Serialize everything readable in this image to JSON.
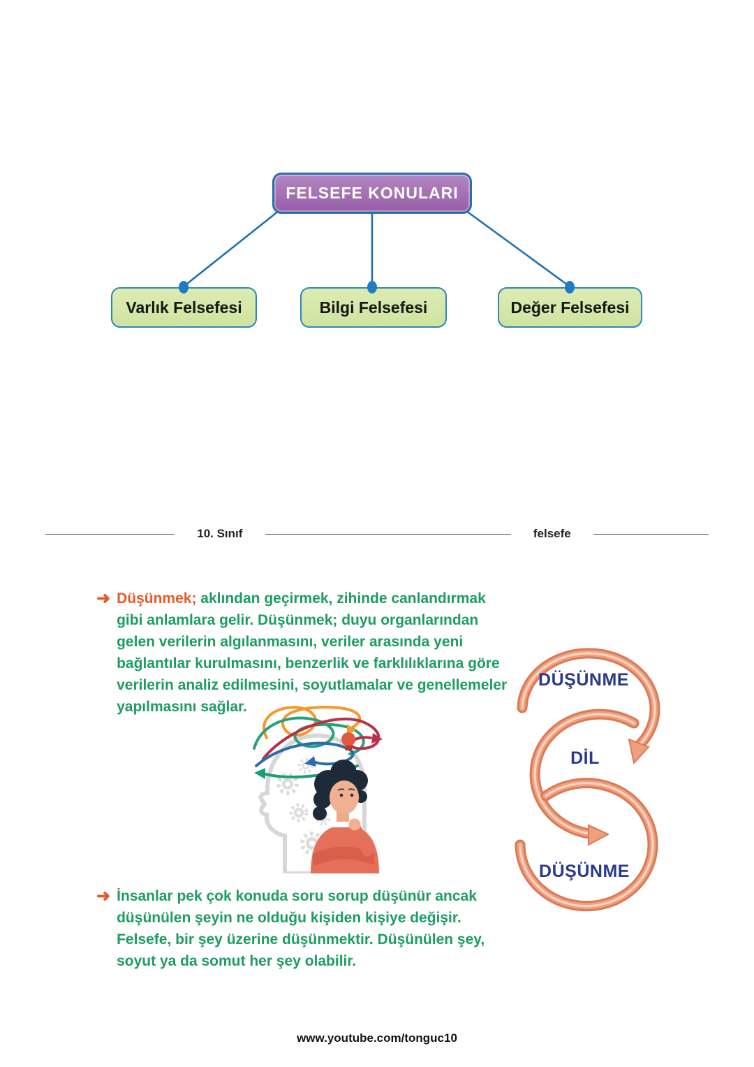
{
  "concept_map": {
    "root_label": "FELSEFE KONULARI",
    "children": [
      {
        "label": "Varlık Felsefesi"
      },
      {
        "label": "Bilgi Felsefesi"
      },
      {
        "label": "Değer Felsefesi"
      }
    ],
    "colors": {
      "root_fill": "#a470b2",
      "root_border": "#2a70a8",
      "root_text": "#ffffff",
      "child_fill": "#cfe3a0",
      "child_border": "#2f86b8",
      "child_text": "#151515",
      "connector": "#1d6fad",
      "connector_dot": "#1e7cc2"
    }
  },
  "page_header": {
    "left_label": "10. Sınıf",
    "right_label": "felsefe"
  },
  "content": {
    "bullet_glyph": "➜",
    "bullet_color": "#e55a28",
    "text_color": "#1d9c63",
    "paragraph1": {
      "lead": "Düşünmek;",
      "line1_rest": " aklından geçirmek, zihinde canlandırmak",
      "lines": [
        "gibi anlamlara gelir. Düşünmek; duyu organlarından",
        "gelen verilerin algılanmasını, veriler arasında yeni",
        "bağlantılar kurulmasını, benzerlik ve farklılıklarına göre",
        "verilerin analiz edilmesini, soyutlamalar ve genellemeler",
        "yapılmasını sağlar."
      ]
    },
    "paragraph2": {
      "lines": [
        "İnsanlar pek çok konuda soru sorup düşünür ancak",
        "düşünülen şeyin ne olduğu kişiden kişiye değişir.",
        "Felsefe, bir şey üzerine düşünmektir. Düşünülen şey,",
        "soyut ya da somut her şey olabilir."
      ]
    }
  },
  "cycle_diagram": {
    "labels": [
      "DÜŞÜNME",
      "DİL",
      "DÜŞÜNME"
    ],
    "label_color": "#2b3a8c",
    "arc_color": "#e58a68"
  },
  "illustration": {
    "description": "person thinking in front of head silhouette with gears, tangled thought arrows and light bulb"
  },
  "footer": {
    "url": "www.youtube.com/tonguc10"
  }
}
